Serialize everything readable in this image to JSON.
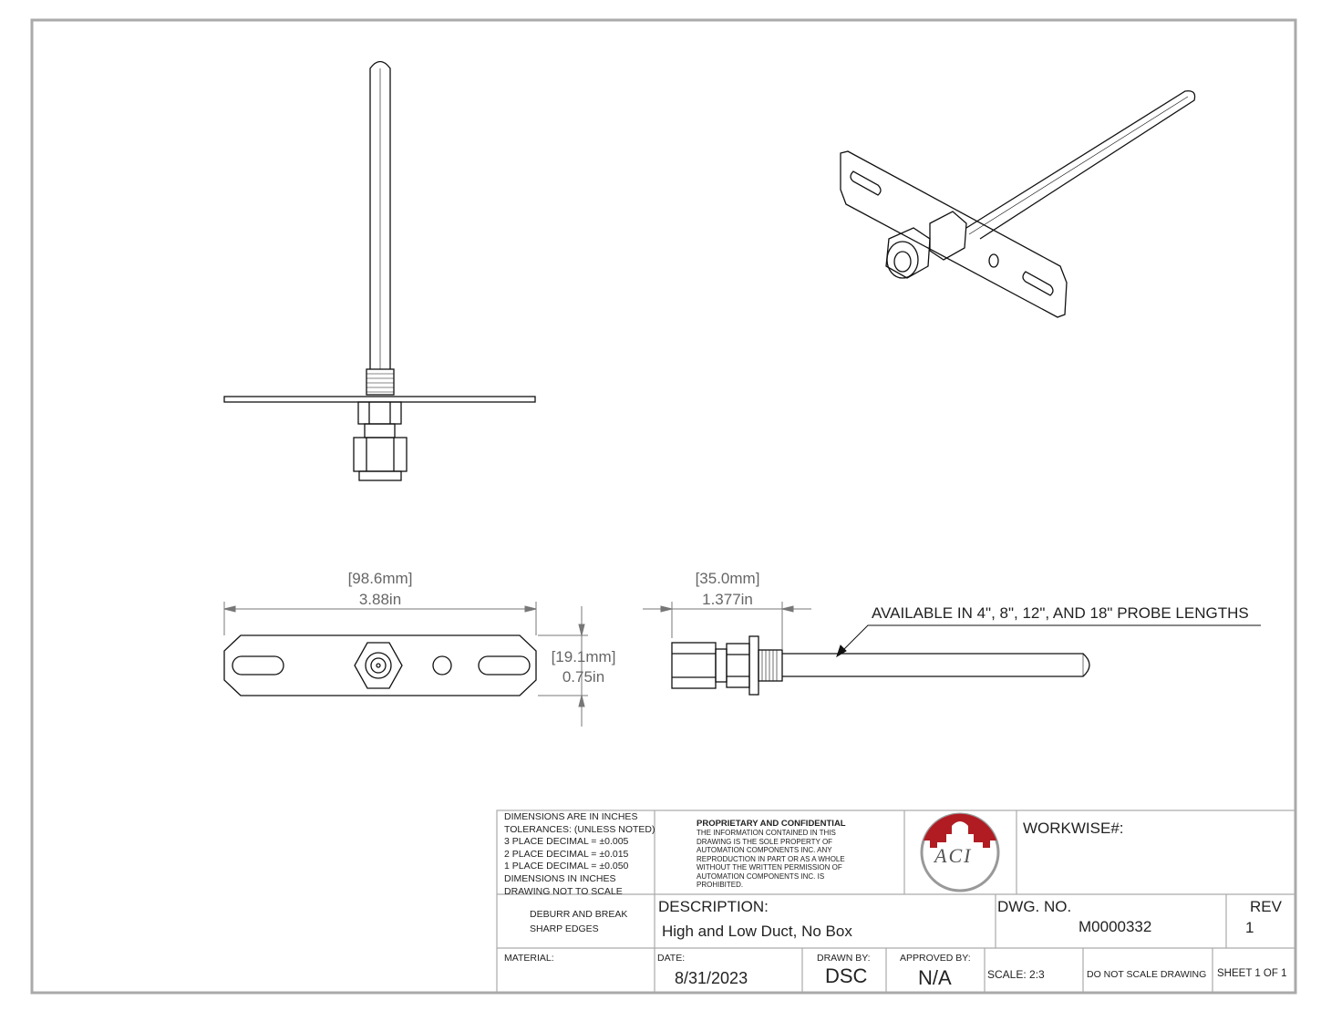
{
  "dimensions": {
    "width_mm": "[98.6mm]",
    "width_in": "3.88in",
    "height_mm": "[19.1mm]",
    "height_in": "0.75in",
    "fitting_mm": "[35.0mm]",
    "fitting_in": "1.377in"
  },
  "callout": "AVAILABLE IN 4\", 8\", 12\", AND 18\" PROBE LENGTHS",
  "title_block": {
    "tolerances": [
      "DIMENSIONS ARE IN INCHES",
      "TOLERANCES: (UNLESS NOTED)",
      "3 PLACE DECIMAL = ±0.005",
      "2 PLACE DECIMAL = ±0.015",
      "1 PLACE DECIMAL = ±0.050",
      "DIMENSIONS IN INCHES",
      "DRAWING NOT TO SCALE"
    ],
    "proprietary_title": "PROPRIETARY AND CONFIDENTIAL",
    "proprietary_text": [
      "THE INFORMATION CONTAINED IN THIS",
      "DRAWING IS THE SOLE PROPERTY OF",
      "AUTOMATION COMPONENTS INC.  ANY",
      "REPRODUCTION IN PART OR AS A WHOLE",
      "WITHOUT THE WRITTEN PERMISSION OF",
      "AUTOMATION COMPONENTS INC. IS",
      "PROHIBITED."
    ],
    "logo_text": "ACI",
    "workwise_label": "WORKWISE#:",
    "deburr": [
      "DEBURR AND BREAK",
      "SHARP EDGES"
    ],
    "description_label": "DESCRIPTION:",
    "description": "High and Low Duct, No Box",
    "dwg_no_label": "DWG.  NO.",
    "dwg_no": "M0000332",
    "rev_label": "REV",
    "rev": "1",
    "material_label": "MATERIAL:",
    "date_label": "DATE:",
    "date": "8/31/2023",
    "drawn_by_label": "DRAWN BY:",
    "drawn_by": "DSC",
    "approved_by_label": "APPROVED BY:",
    "approved_by": "N/A",
    "scale": "SCALE: 2:3",
    "do_not_scale": "DO NOT SCALE DRAWING",
    "sheet": "SHEET 1 OF 1"
  },
  "colors": {
    "logo_red": "#b01c22",
    "line": "#111111",
    "dim": "#777777"
  }
}
